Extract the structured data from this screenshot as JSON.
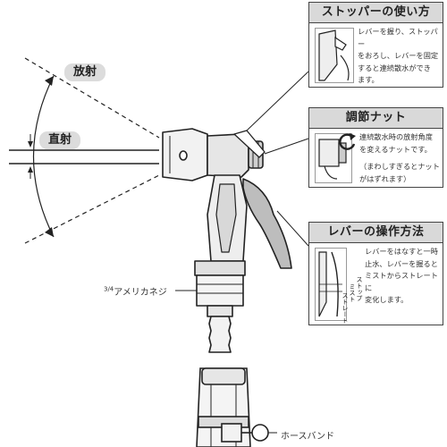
{
  "spray_labels": {
    "radial": "放射",
    "straight": "直射"
  },
  "fitting_labels": {
    "thread_fraction": "3/4",
    "thread_name": "アメリカネジ",
    "hose_band": "ホースバンド"
  },
  "panels": {
    "stopper": {
      "title": "ストッパーの使い方",
      "lines": [
        "レバーを握り、ストッパー",
        "をおろし、レバーを固定",
        "すると連続散水ができ",
        "ます。"
      ]
    },
    "nut": {
      "title": "調節ナット",
      "lines": [
        "連続散水時の放射角度",
        "を変えるナットです。",
        "",
        "（まわしすぎるとナット",
        "がはずれます）"
      ]
    },
    "lever": {
      "title": "レバーの操作方法",
      "lines": [
        "レバーをはなすと一時",
        "止水、レバーを握ると",
        "ミストからストレートに",
        "変化します。"
      ],
      "diagram_labels": {
        "stop": "ストップ",
        "mist": "ミスト",
        "straight": "ストレート"
      }
    }
  },
  "colors": {
    "panel_header": "#d9d9d9",
    "tag_fill": "#dcdcdc",
    "line": "#222222"
  }
}
